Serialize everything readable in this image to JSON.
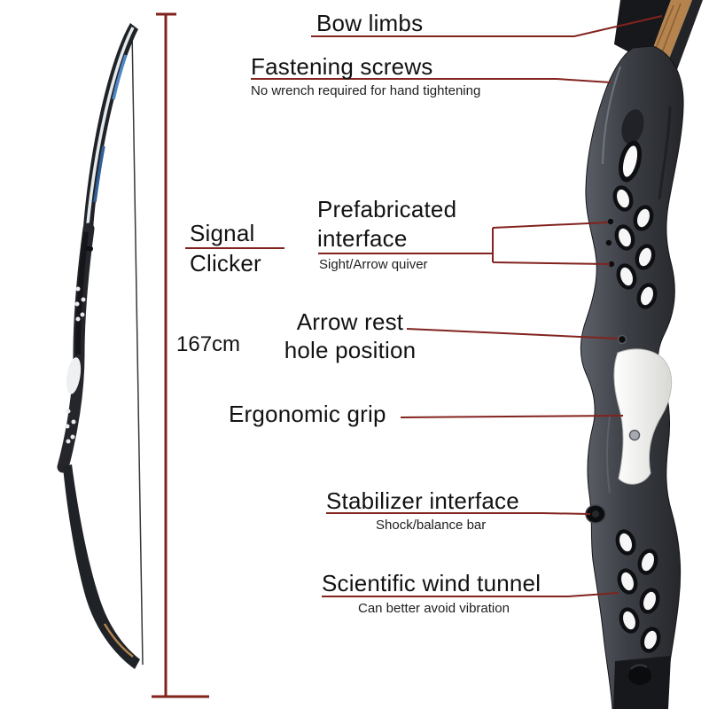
{
  "colors": {
    "accent_line": "#82231e",
    "text": "#121212",
    "riser_dark": "#3c3f45",
    "grip_white": "#f2f2f0",
    "wood": "#b5834e"
  },
  "measurement": {
    "label": "167cm"
  },
  "labels": {
    "bow_limbs": {
      "title": "Bow limbs"
    },
    "fastening_screws": {
      "title": "Fastening screws",
      "subtitle": "No wrench required for hand tightening"
    },
    "signal_clicker": {
      "lines": [
        "Signal",
        "Clicker"
      ]
    },
    "prefabricated_interface": {
      "lines": [
        "Prefabricated",
        "interface"
      ],
      "subtitle": "Sight/Arrow quiver"
    },
    "arrow_rest": {
      "lines": [
        "Arrow rest",
        "hole position"
      ]
    },
    "ergonomic_grip": {
      "title": "Ergonomic grip"
    },
    "stabilizer_interface": {
      "title": "Stabilizer interface",
      "subtitle": "Shock/balance bar"
    },
    "wind_tunnel": {
      "title": "Scientific wind tunnel",
      "subtitle": "Can better avoid vibration"
    }
  },
  "illustrations": {
    "left": "full-recurve-bow-side-view",
    "right": "riser-closeup-front-view"
  }
}
